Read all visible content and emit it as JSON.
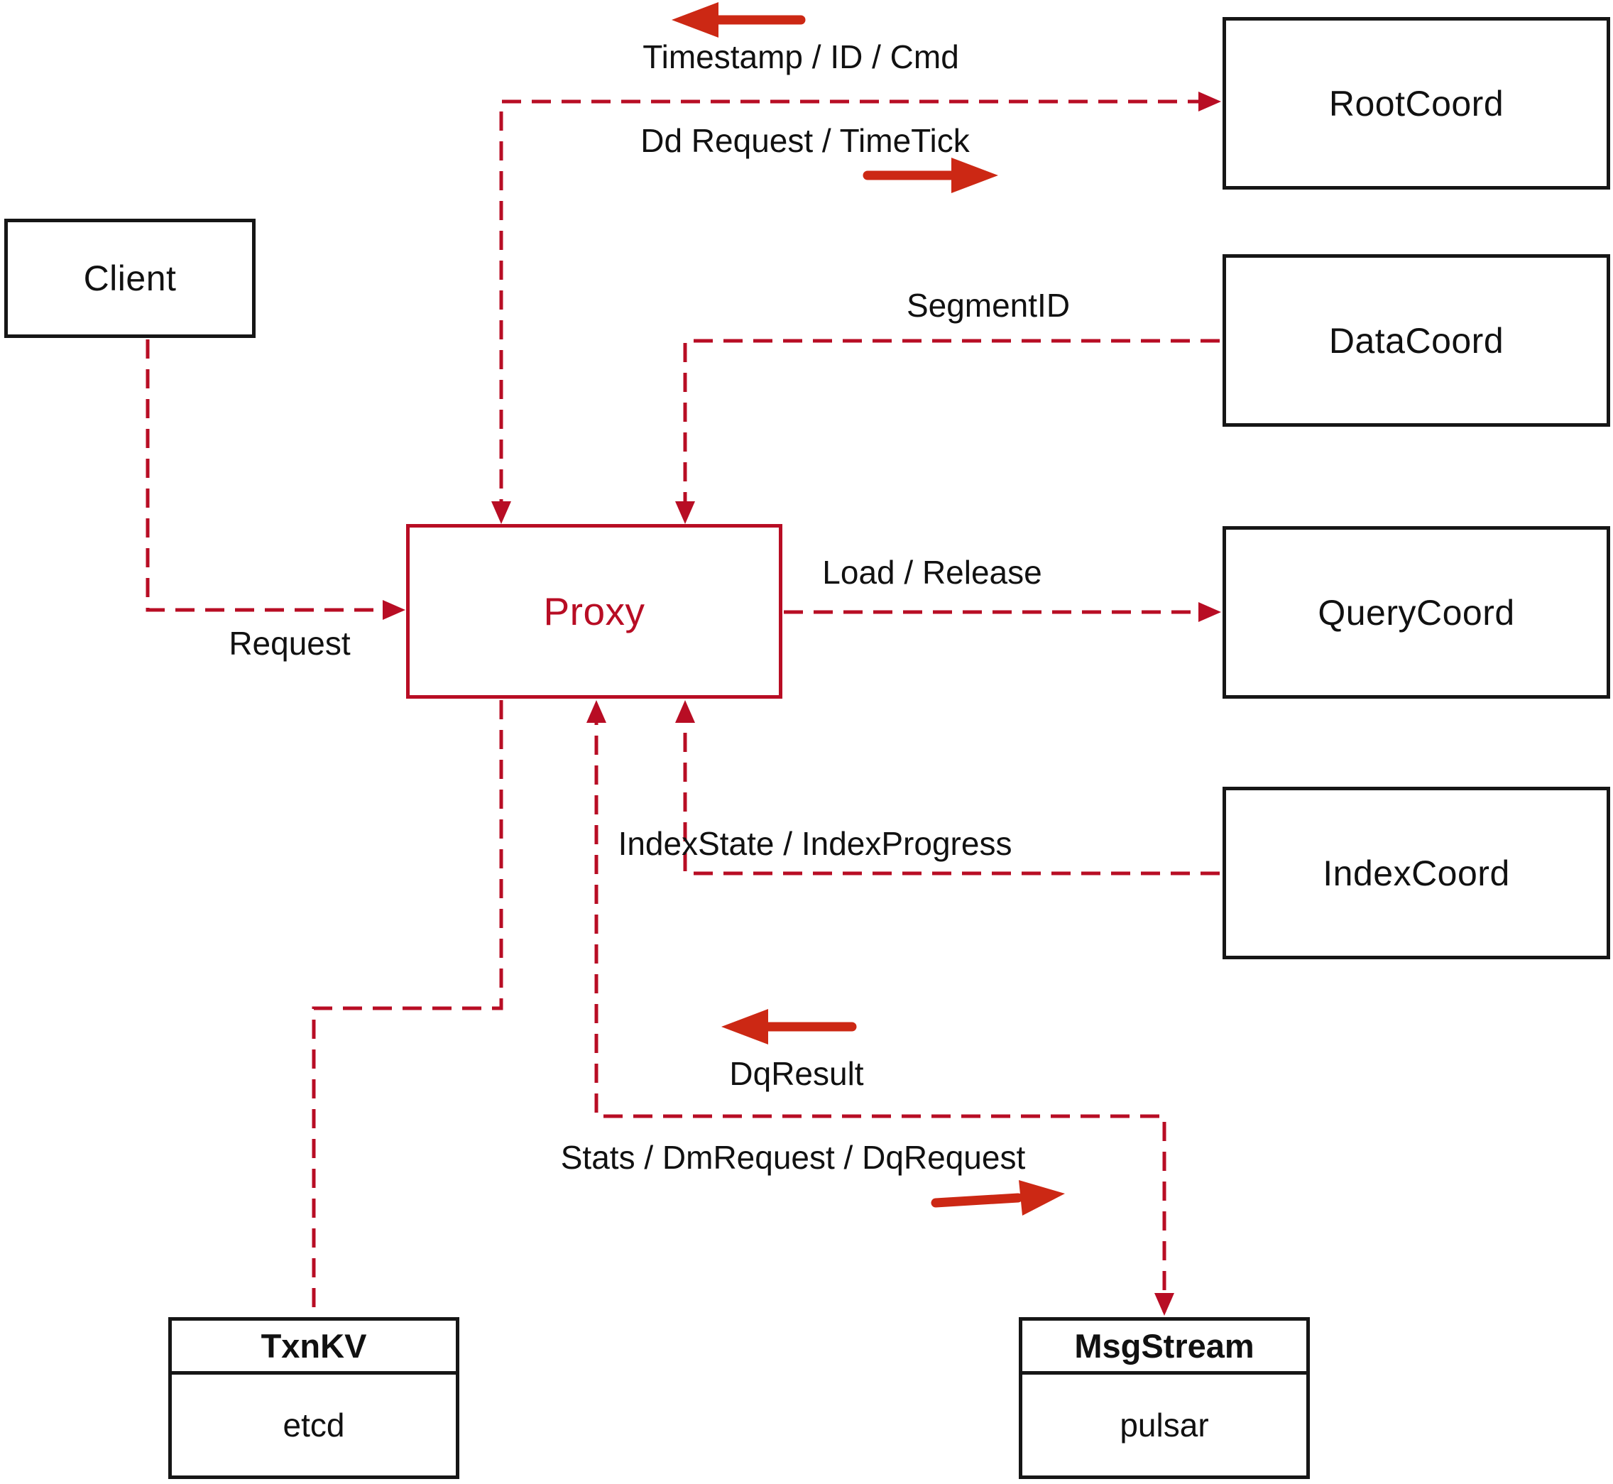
{
  "colors": {
    "line": "#b80d24",
    "arrow": "#cc2814",
    "border": "#161616",
    "text": "#111111",
    "background": "#ffffff"
  },
  "nodes": {
    "client": {
      "label": "Client"
    },
    "root_coord": {
      "label": "RootCoord"
    },
    "data_coord": {
      "label": "DataCoord"
    },
    "query_coord": {
      "label": "QueryCoord"
    },
    "index_coord": {
      "label": "IndexCoord"
    },
    "proxy": {
      "label": "Proxy"
    },
    "txn_kv": {
      "title": "TxnKV",
      "impl": "etcd"
    },
    "msg_stream": {
      "title": "MsgStream",
      "impl": "pulsar"
    }
  },
  "edge_labels": {
    "timestamp": "Timestamp / ID / Cmd",
    "dd_request": "Dd Request / TimeTick",
    "segment_id": "SegmentID",
    "load_release": "Load / Release",
    "index_state": "IndexState / IndexProgress",
    "request": "Request",
    "dq_result": "DqResult",
    "stats": "Stats / DmRequest / DqRequest"
  },
  "edges": [
    {
      "from": "Client",
      "to": "Proxy",
      "label": "Request",
      "arrowhead": "into Proxy",
      "style": "dashed"
    },
    {
      "from": "Proxy",
      "to": "RootCoord",
      "labels": [
        "Timestamp / ID / Cmd (left arrow)",
        "Dd Request / TimeTick (right arrow)"
      ],
      "arrowheads": "both ends",
      "style": "dashed"
    },
    {
      "from": "DataCoord",
      "to": "Proxy",
      "label": "SegmentID",
      "arrowhead": "into Proxy",
      "style": "dashed"
    },
    {
      "from": "Proxy",
      "to": "QueryCoord",
      "label": "Load / Release",
      "arrowhead": "into QueryCoord",
      "style": "dashed"
    },
    {
      "from": "IndexCoord",
      "to": "Proxy",
      "label": "IndexState / IndexProgress",
      "arrowhead": "into Proxy",
      "style": "dashed"
    },
    {
      "from": "Proxy",
      "to": "TxnKV",
      "label": "",
      "arrowhead": "none",
      "style": "dashed"
    },
    {
      "from": "Proxy",
      "to": "MsgStream",
      "labels": [
        "DqResult (left arrow)",
        "Stats / DmRequest / DqRequest (right arrow)"
      ],
      "arrowheads": "both ends",
      "style": "dashed"
    }
  ],
  "arrow_icons": {
    "timestamp_direction": "left",
    "dd_request_direction": "right",
    "dq_result_direction": "left",
    "stats_direction": "right"
  }
}
